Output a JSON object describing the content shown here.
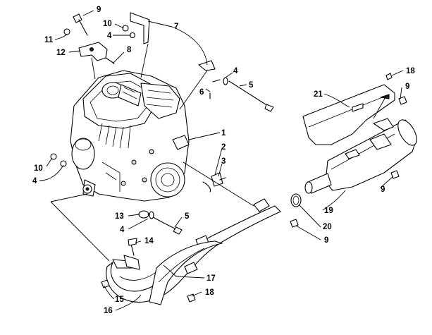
{
  "callouts": [
    {
      "label": "9"
    },
    {
      "label": "10"
    },
    {
      "label": "11"
    },
    {
      "label": "4"
    },
    {
      "label": "7"
    },
    {
      "label": "12"
    },
    {
      "label": "8"
    },
    {
      "label": "6"
    },
    {
      "label": "4"
    },
    {
      "label": "5"
    },
    {
      "label": "18"
    },
    {
      "label": "21"
    },
    {
      "label": "9"
    },
    {
      "label": "1"
    },
    {
      "label": "2"
    },
    {
      "label": "3"
    },
    {
      "label": "10"
    },
    {
      "label": "4"
    },
    {
      "label": "9"
    },
    {
      "label": "13"
    },
    {
      "label": "5"
    },
    {
      "label": "4"
    },
    {
      "label": "19"
    },
    {
      "label": "20"
    },
    {
      "label": "9"
    },
    {
      "label": "14"
    },
    {
      "label": "17"
    },
    {
      "label": "15"
    },
    {
      "label": "18"
    },
    {
      "label": "16"
    }
  ]
}
